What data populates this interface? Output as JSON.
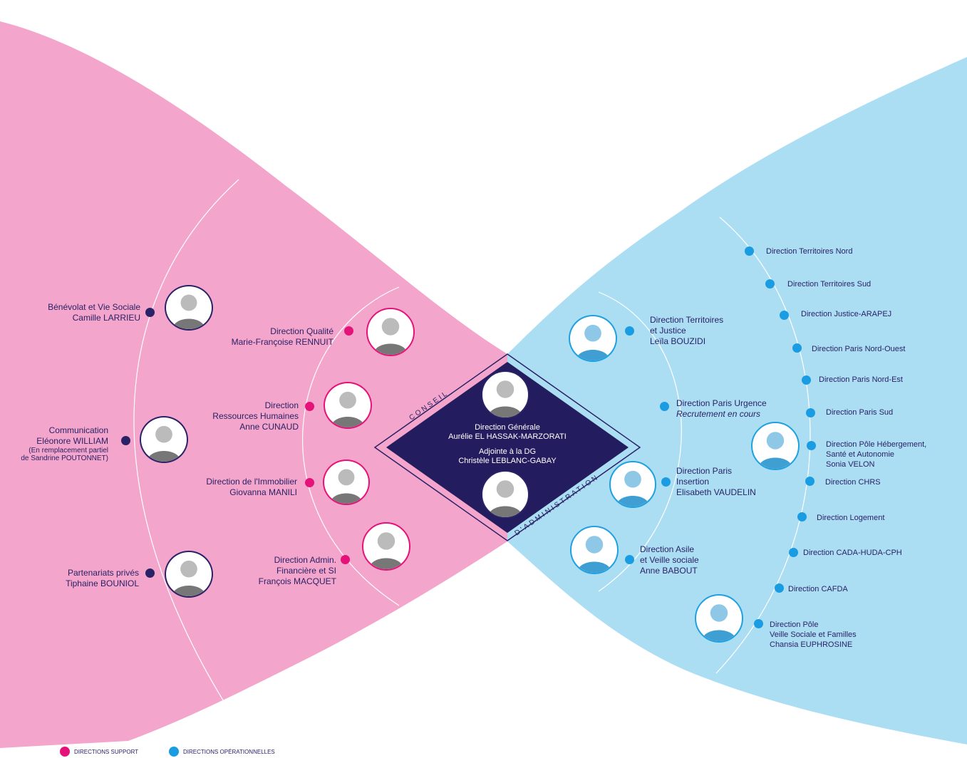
{
  "colors": {
    "navy": "#2a2266",
    "pink_accent": "#e5127a",
    "pink_bg": "#f2a0c8",
    "blue_accent": "#1a9ce2",
    "blue_bg": "#a6dcf2"
  },
  "center": {
    "conseil": "CONSEIL",
    "administration": "D'ADMINISTRATION",
    "dg_title": "Direction Générale",
    "dg_name": "Aurélie EL HASSAK-MARZORATI",
    "adj_title": "Adjointe à la DG",
    "adj_name": "Christèle LEBLANC-GABAY"
  },
  "support_outer": [
    {
      "lines": [
        "Bénévolat et Vie Sociale",
        "Camille LARRIEU"
      ]
    },
    {
      "lines": [
        "Communication",
        "Eléonore WILLIAM",
        "(En remplacement partiel",
        "de Sandrine POUTONNET)"
      ]
    },
    {
      "lines": [
        "Partenariats privés",
        "Tiphaine BOUNIOL"
      ]
    }
  ],
  "support_inner": [
    {
      "lines": [
        "Direction Qualité",
        "Marie-Françoise RENNUIT"
      ]
    },
    {
      "lines": [
        "Direction",
        "Ressources Humaines",
        "Anne CUNAUD"
      ]
    },
    {
      "lines": [
        "Direction de l'Immobilier",
        "Giovanna MANILI"
      ]
    },
    {
      "lines": [
        "Direction Admin.",
        "Financière et SI",
        "François MACQUET"
      ]
    }
  ],
  "ops_inner": [
    {
      "lines": [
        "Direction Territoires",
        "et Justice",
        "Leïla BOUZIDI"
      ]
    },
    {
      "lines": [
        "Direction Paris Urgence"
      ],
      "italic": "Recrutement en cours"
    },
    {
      "lines": [
        "Direction Paris",
        "Insertion",
        "Elisabeth VAUDELIN"
      ]
    },
    {
      "lines": [
        "Direction Asile",
        "et Veille sociale",
        "Anne BABOUT"
      ]
    }
  ],
  "ops_outer": [
    {
      "lines": [
        "Direction Territoires Nord"
      ]
    },
    {
      "lines": [
        "Direction Territoires Sud"
      ]
    },
    {
      "lines": [
        "Direction Justice-ARAPEJ"
      ]
    },
    {
      "lines": [
        "Direction Paris Nord-Ouest"
      ]
    },
    {
      "lines": [
        "Direction Paris Nord-Est"
      ]
    },
    {
      "lines": [
        "Direction Paris Sud"
      ]
    },
    {
      "lines": [
        "Direction Pôle Hébergement,",
        "Santé et Autonomie",
        "Sonia VELON"
      ]
    },
    {
      "lines": [
        "Direction CHRS"
      ]
    },
    {
      "lines": [
        "Direction Logement"
      ]
    },
    {
      "lines": [
        "Direction CADA-HUDA-CPH"
      ]
    },
    {
      "lines": [
        "Direction CAFDA"
      ]
    },
    {
      "lines": [
        "Direction Pôle",
        "Veille Sociale et Familles",
        "Chansia EUPHROSINE"
      ]
    }
  ],
  "legend": {
    "support": "DIRECTIONS SUPPORT",
    "operational": "DIRECTIONS OPÉRATIONNELLES"
  }
}
